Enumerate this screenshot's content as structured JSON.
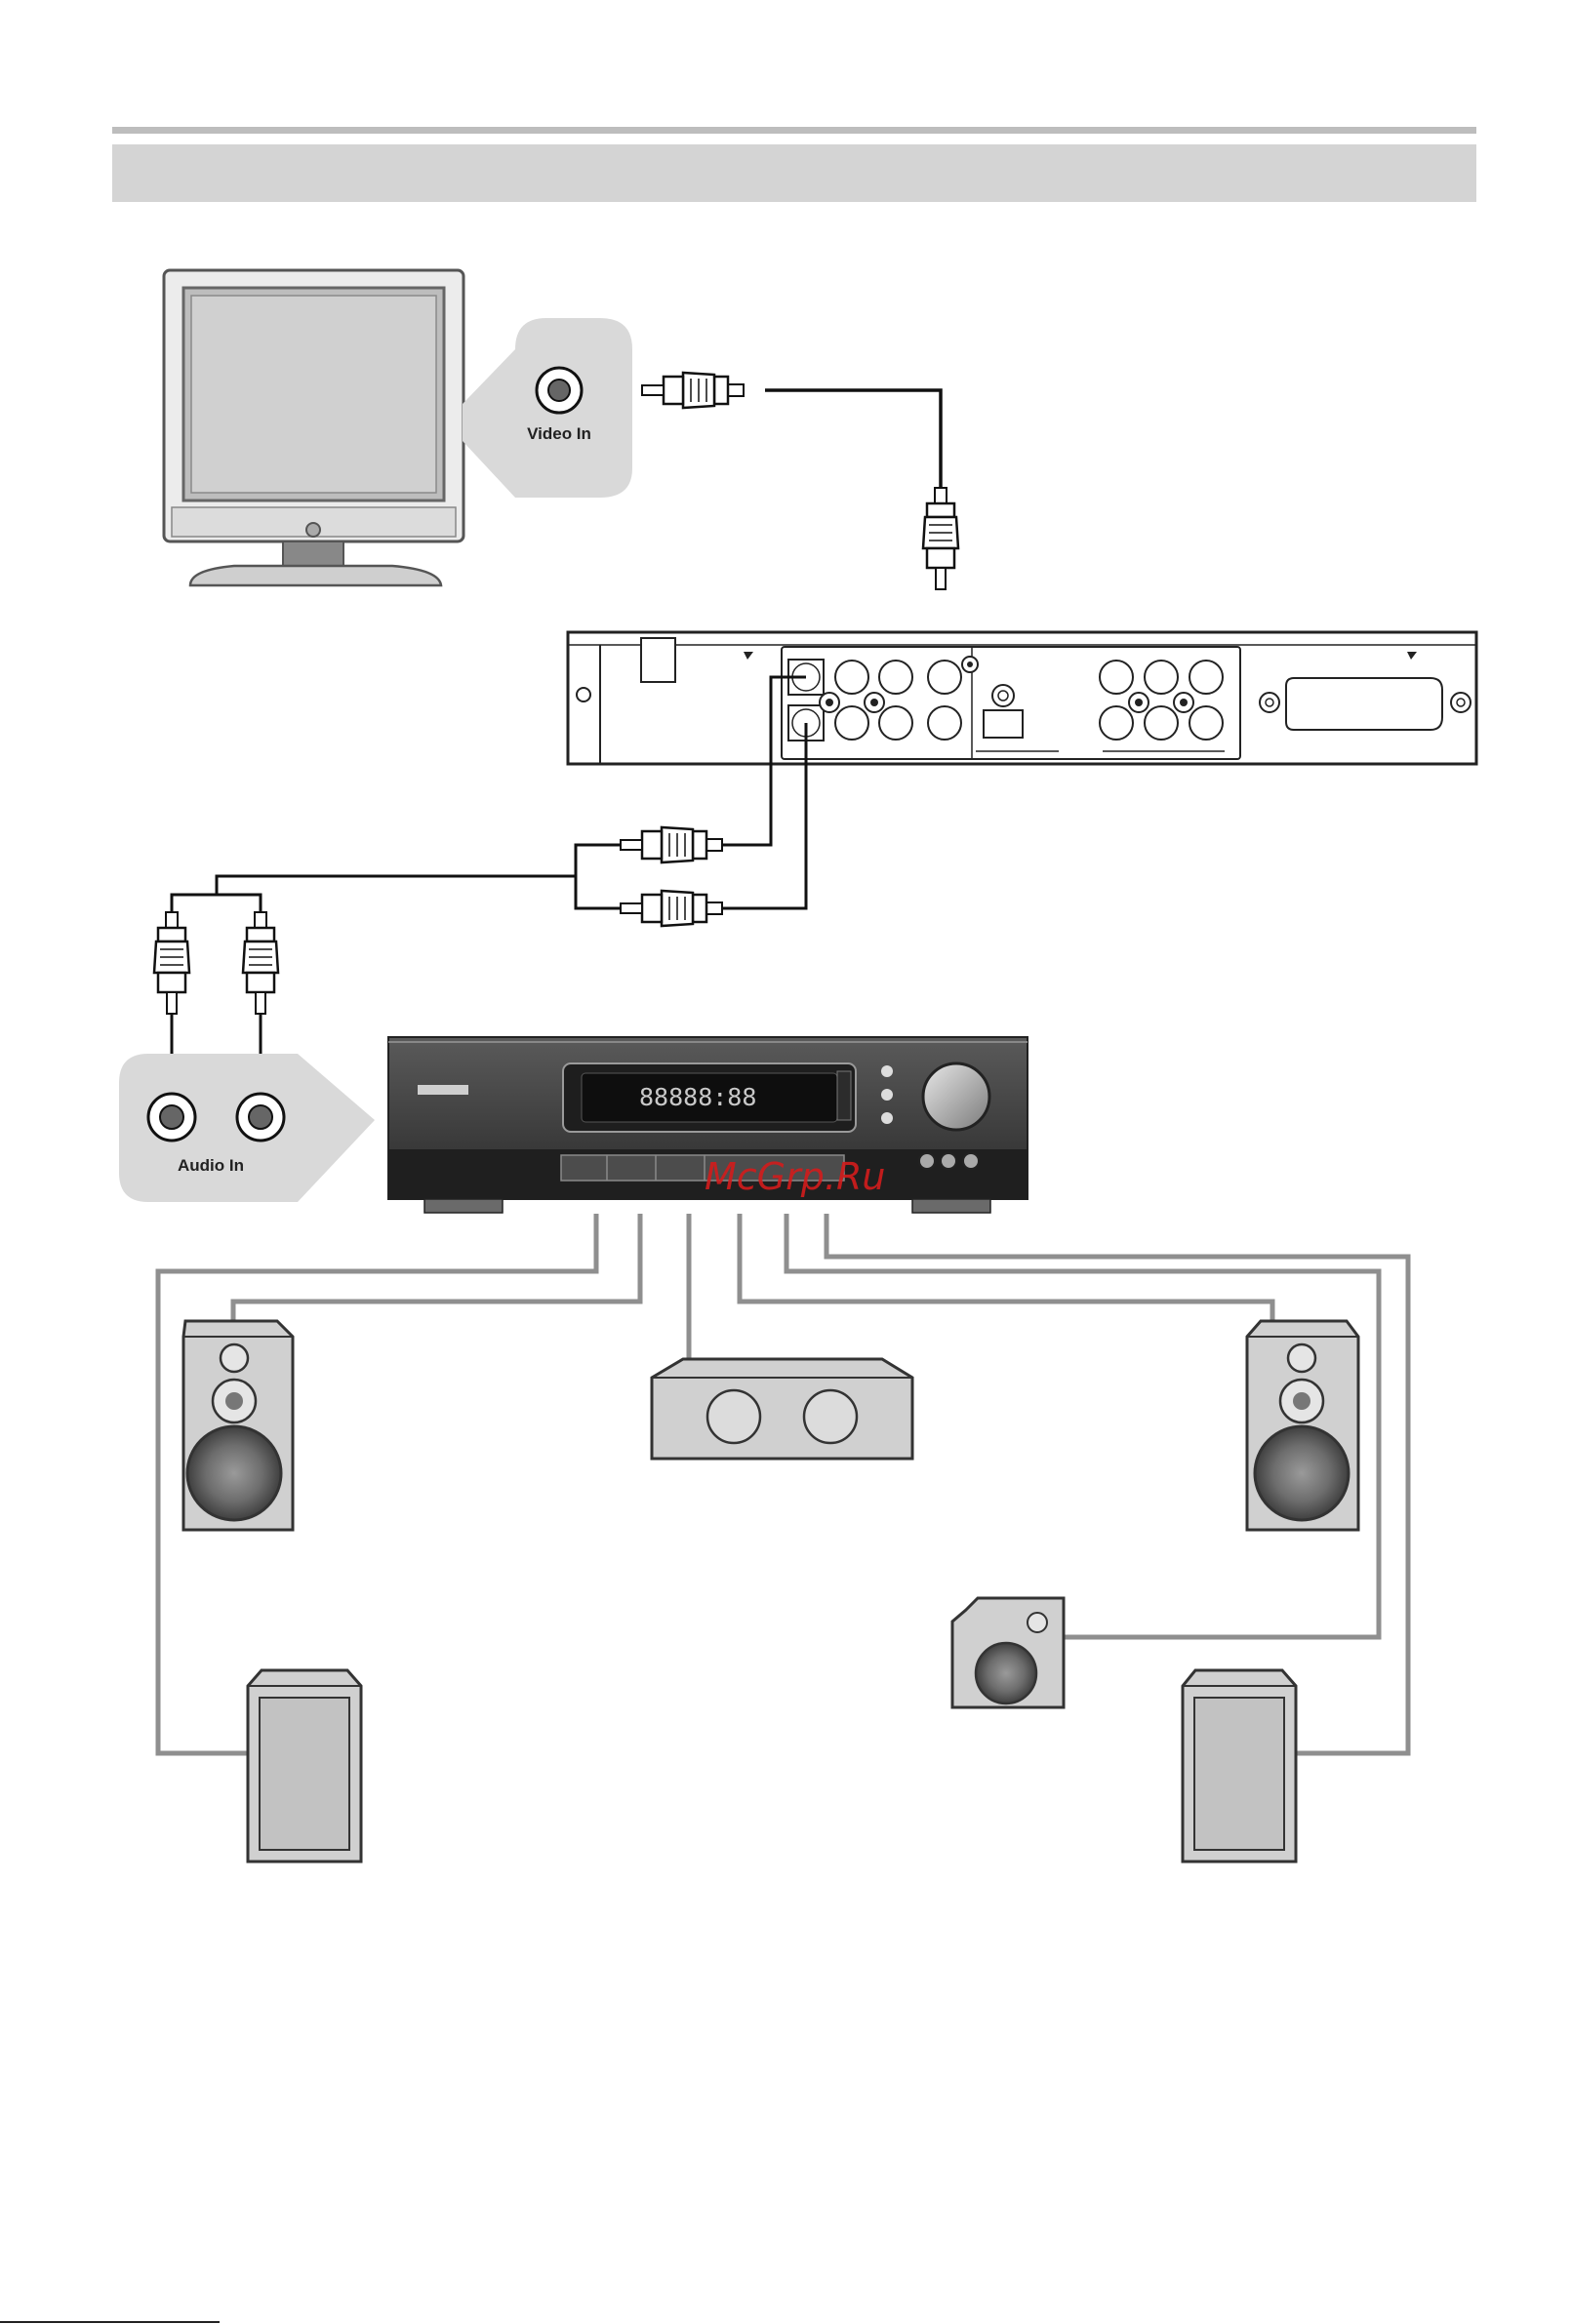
{
  "labels": {
    "video_in": "Video In",
    "audio_in": "Audio In"
  },
  "watermark": "McGrp.Ru",
  "receiver_display": "88888:88",
  "colors": {
    "header_bar": "#d4d4d4",
    "top_rule": "#bdbdbd",
    "cable_black": "#111111",
    "speaker_wire": "#8f8f8f",
    "callout_bg": "#d9d9d9",
    "receiver_body": "#3a3a3a",
    "watermark": "#d31c1c"
  },
  "icons": [
    "tv-icon",
    "rca-plug-icon",
    "dvd-player-rear-panel-icon",
    "av-receiver-icon",
    "speaker-icon",
    "center-speaker-icon",
    "subwoofer-icon"
  ]
}
